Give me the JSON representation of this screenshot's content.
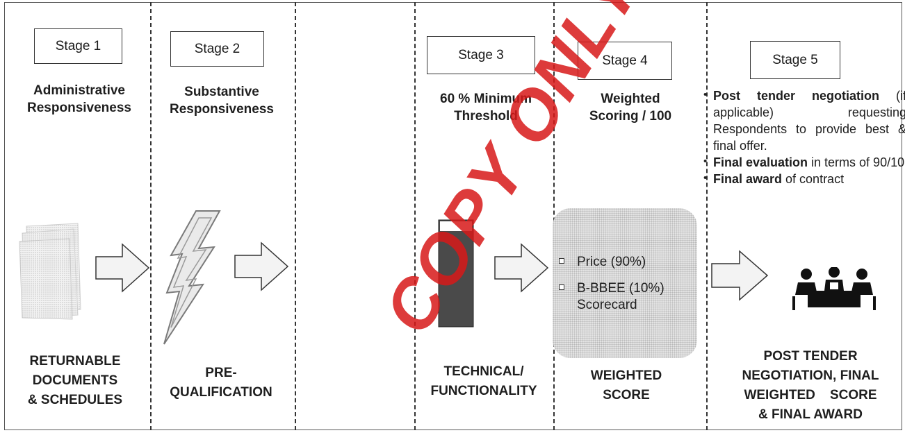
{
  "stages": [
    {
      "label": "Stage 1",
      "heading": [
        "Administrative",
        "Responsiveness"
      ],
      "bottom": [
        "RETURNABLE",
        "DOCUMENTS",
        "& SCHEDULES"
      ],
      "icon": "documents-icon"
    },
    {
      "label": "Stage 2",
      "heading": [
        "Substantive",
        "Responsiveness"
      ],
      "bottom": [
        "PRE-",
        "QUALIFICATION"
      ],
      "icon": "lightning-bolt-icon"
    },
    {
      "label": "Stage 3",
      "heading": [
        "60 % Minimum",
        "Threshold"
      ],
      "bottom": [
        "TECHNICAL/",
        "FUNCTIONALITY"
      ],
      "icon": "threshold-bar-icon"
    },
    {
      "label": "Stage 4",
      "heading": [
        "Weighted",
        "Scoring / 100"
      ],
      "bottom": [
        "WEIGHTED",
        "SCORE"
      ],
      "icon": "score-card-icon"
    },
    {
      "label": "Stage 5",
      "bottom": [
        "POST TENDER",
        "NEGOTIATION, FINAL",
        "WEIGHTED    SCORE",
        "& FINAL AWARD"
      ],
      "icon": "meeting-table-icon"
    }
  ],
  "stage5_bullets": [
    {
      "bold": "Post tender negotiation",
      "rest": " (if applicable) requesting Respondents to provide best & final offer."
    },
    {
      "bold": "Final evaluation",
      "rest": " in terms of 90/10"
    },
    {
      "bold": "Final award",
      "rest": " of contract"
    }
  ],
  "score_card": {
    "price": "Price (90%)",
    "bbbee": "B-BBEE (10%)",
    "scorecard": "Scorecard"
  },
  "watermark": "COPY ONLY\"",
  "colors": {
    "watermark": "#d61a1a",
    "ink": "#1e1e1e",
    "threshold_bar": "#4a4a4a"
  }
}
